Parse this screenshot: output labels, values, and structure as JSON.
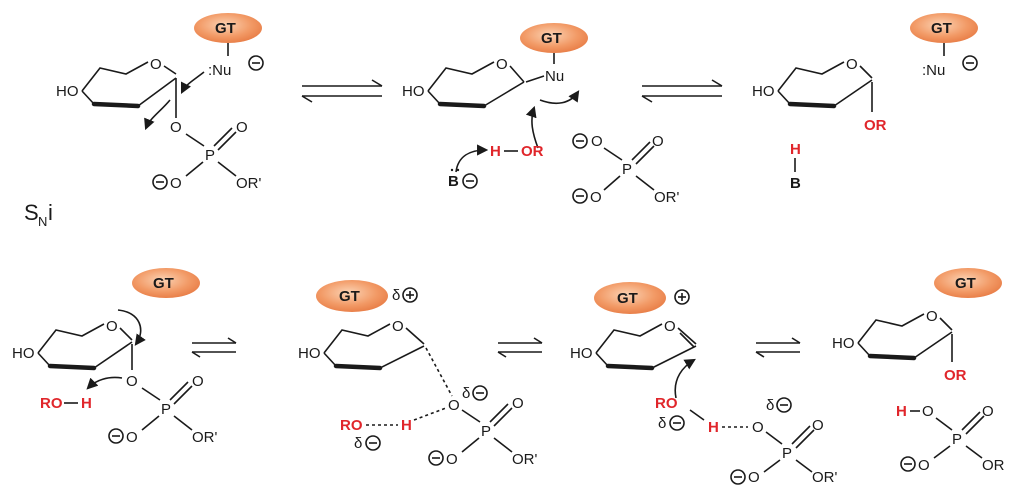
{
  "enzyme": "GT",
  "labels": {
    "ho": "HO",
    "nu": "Nu",
    "nu_lone": ":Nu",
    "o": "O",
    "p": "P",
    "or_prime": "OR'",
    "or": "OR",
    "ro": "RO",
    "h": "H",
    "b": "B",
    "b_lone": "B",
    "delta_plus": "δ",
    "delta_minus": "δ",
    "h_or": "H",
    "dash_or": "OR"
  },
  "mechanism_label": {
    "main": "S",
    "sub": "N",
    "tail": "i"
  }
}
